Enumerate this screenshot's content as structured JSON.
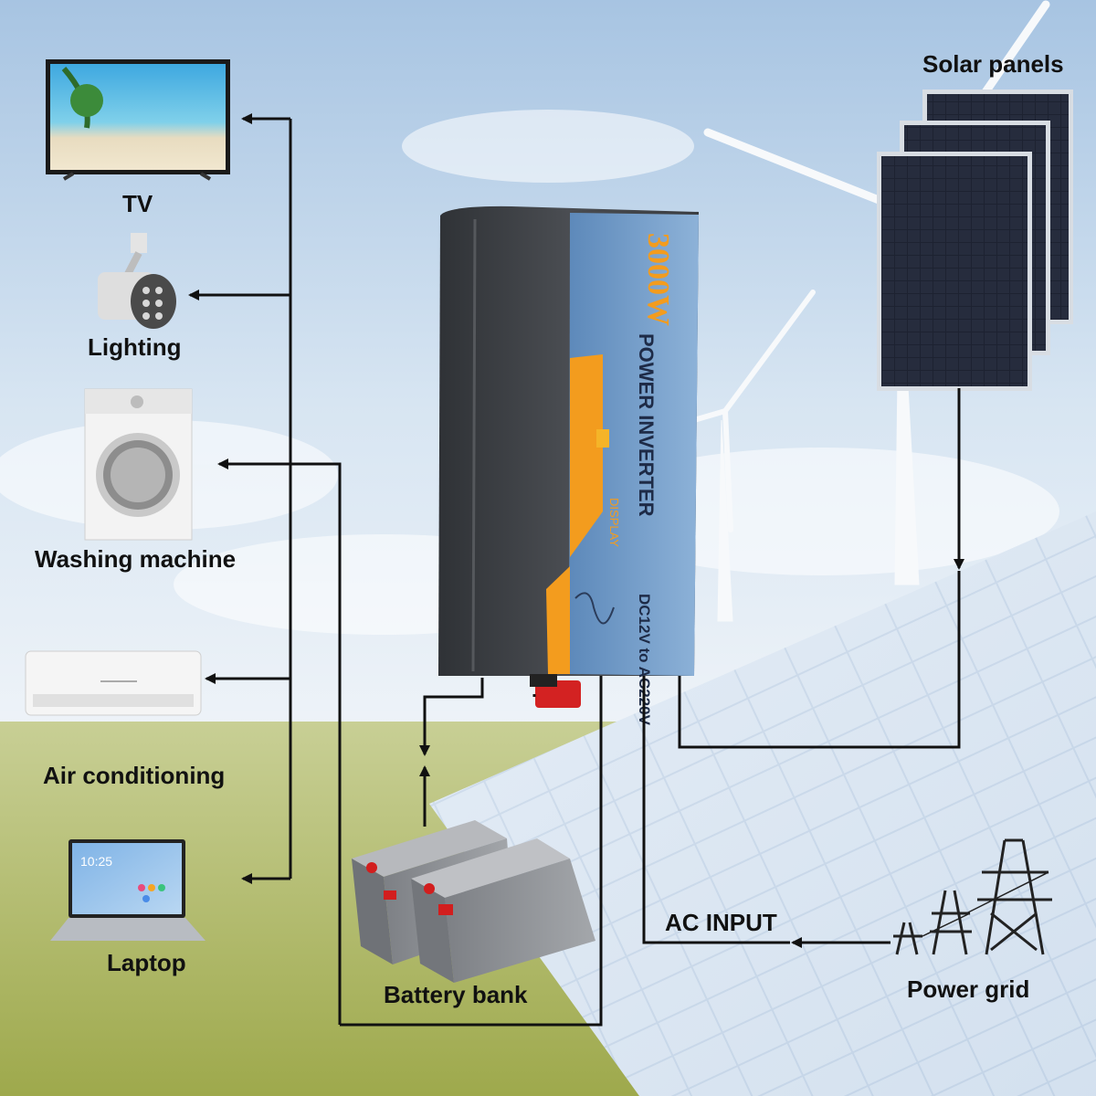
{
  "labels": {
    "tv": "TV",
    "lighting": "Lighting",
    "washing_machine": "Washing machine",
    "air_conditioning": "Air conditioning",
    "laptop": "Laptop",
    "solar_panels": "Solar panels",
    "battery_bank": "Battery bank",
    "ac_input": "AC INPUT",
    "power_grid": "Power grid"
  },
  "inverter": {
    "power_rating": "3000W",
    "title": "POWER INVERTER",
    "voltage_text": "DC12V to AC220V",
    "display_text": "DISPLAY"
  },
  "laptop_screen": {
    "time": "10:25"
  },
  "colors": {
    "sky_top": "#a9c6e3",
    "sky_bottom": "#e8f0f7",
    "grass": "#a9b35e",
    "inverter_body": "#3e4146",
    "inverter_panel": "#6c98c8",
    "accent_orange": "#f39c1e",
    "solar_cell": "#1f2433",
    "battery": "#8e9095",
    "wire": "#111111"
  }
}
